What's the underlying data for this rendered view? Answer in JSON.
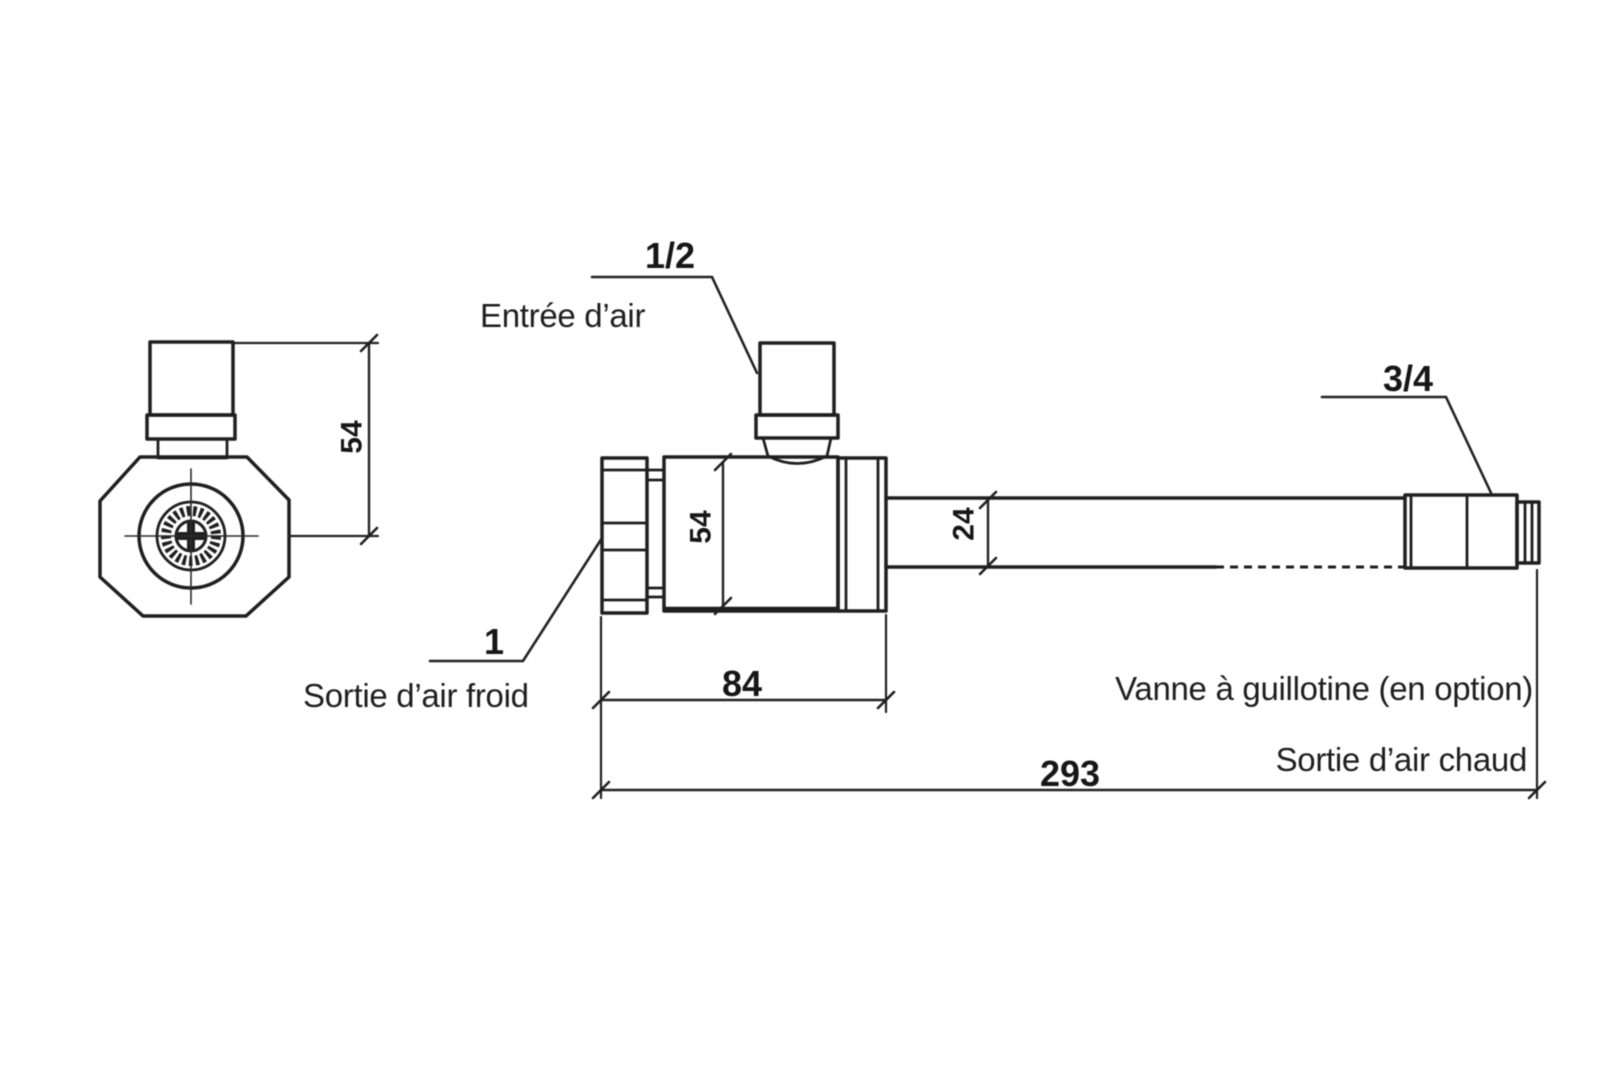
{
  "diagram": {
    "type": "technical-drawing",
    "labels": {
      "air_inlet": "Entrée d’air",
      "cold_air_outlet": "Sortie d’air froid",
      "hot_air_outlet": "Sortie d’air chaud",
      "valve_note": "Vanne à guillotine (en option)"
    },
    "dimensions": {
      "inlet_thread": "1/2",
      "cold_outlet_thread": "1",
      "hot_outlet_thread": "3/4",
      "knob_height": "54",
      "body_diameter": "54",
      "tube_diameter": "24",
      "body_length": "84",
      "overall_length": "293"
    },
    "colors": {
      "line": "#1f1f1f",
      "background": "#ffffff"
    }
  }
}
